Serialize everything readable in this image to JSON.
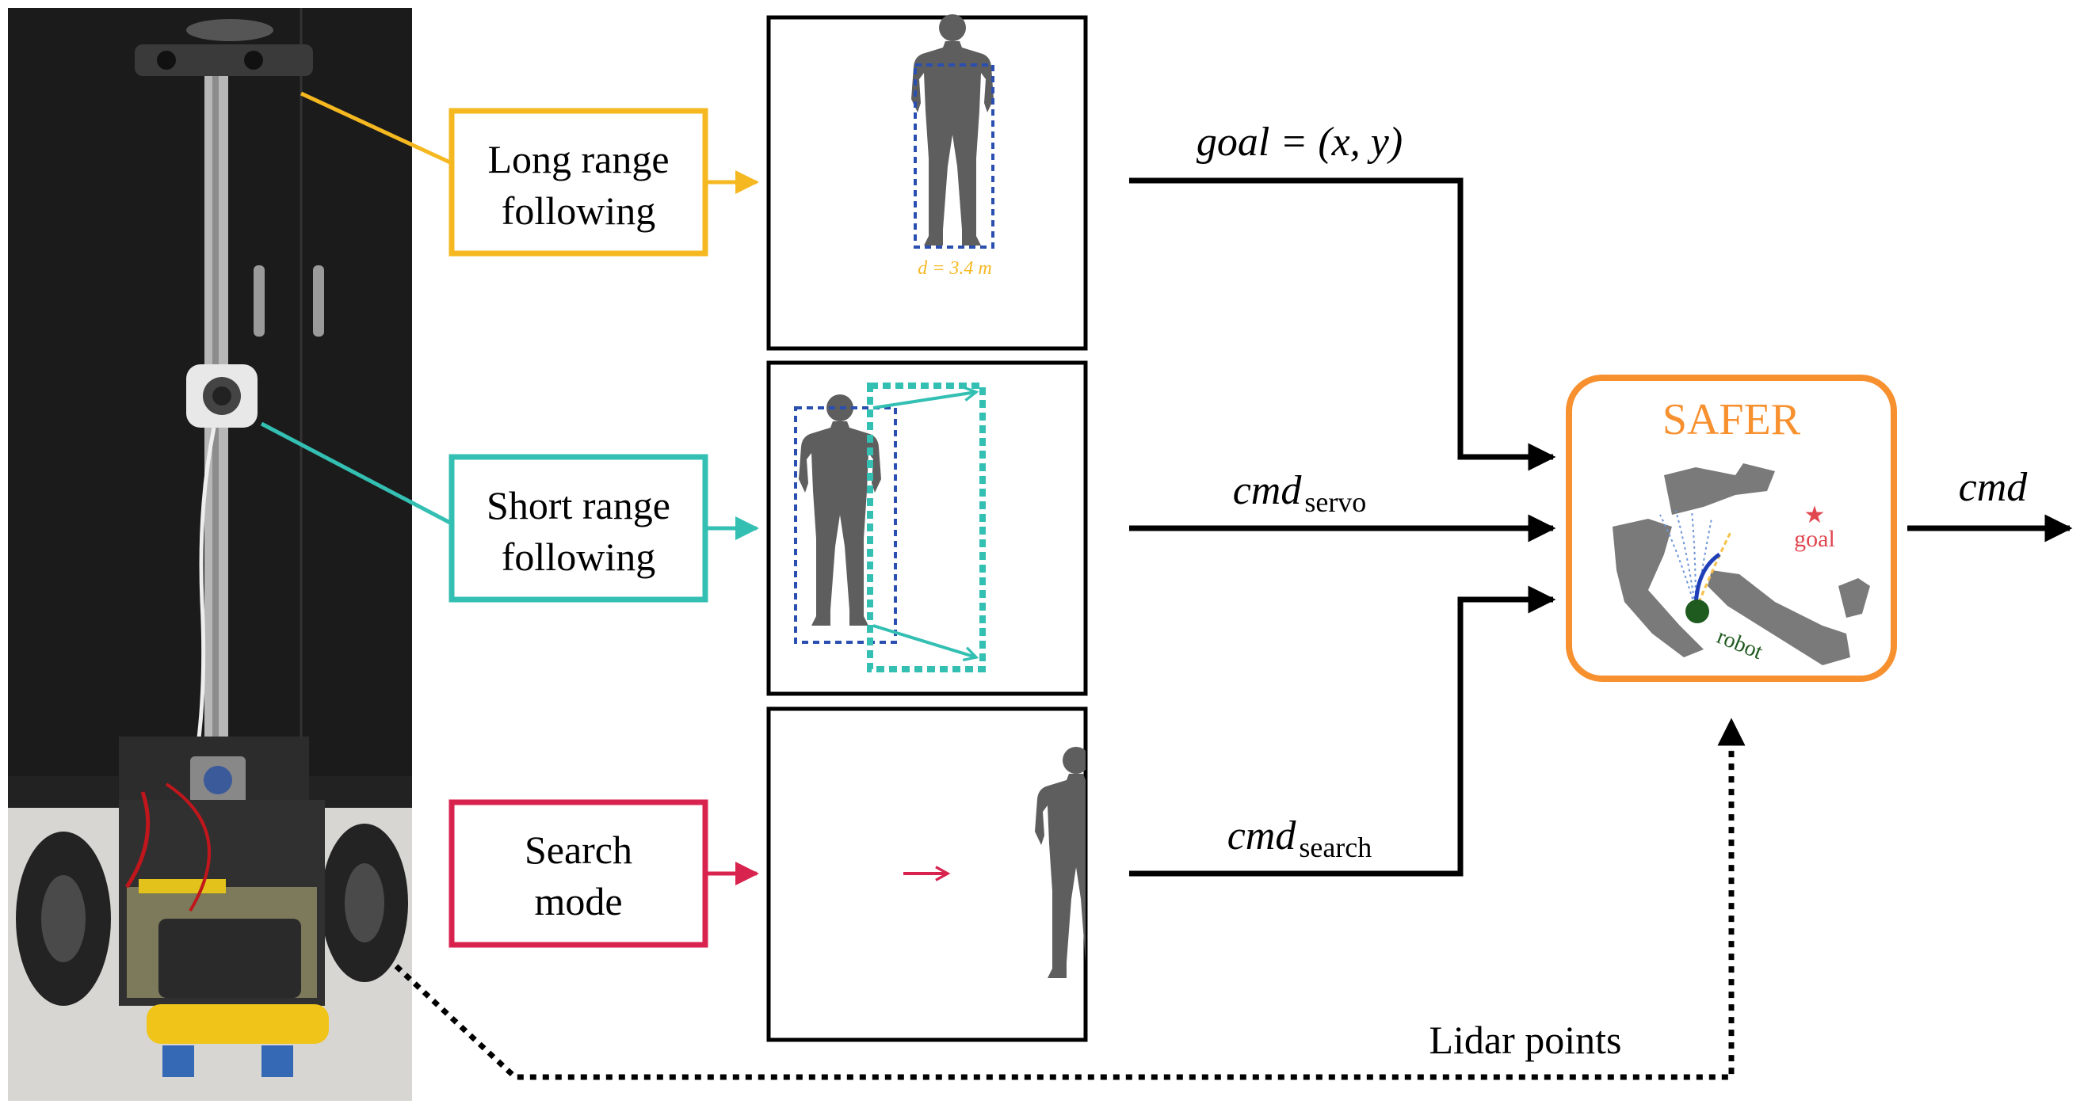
{
  "colors": {
    "long_range": "#f5b820",
    "short_range": "#34bfb3",
    "search": "#d9234f",
    "safer": "#f7902f",
    "blue_box": "#2a4fb0",
    "silhouette": "#5e5e5e",
    "map_gray": "#7a7a7a",
    "robot_green": "#1f5a1f",
    "goal_red": "#e0474f"
  },
  "modes": [
    {
      "key": "long",
      "line1": "Long range",
      "line2": "following"
    },
    {
      "key": "short",
      "line1": "Short range",
      "line2": "following"
    },
    {
      "key": "search",
      "line1": "Search",
      "line2": "mode"
    }
  ],
  "panels": {
    "long_distance_label": "d = 3.4 m"
  },
  "signals": {
    "goal": "goal = (x, y)",
    "servo_main": "cmd",
    "servo_sub": "servo",
    "search_main": "cmd",
    "search_sub": "search",
    "out": "cmd",
    "lidar": "Lidar points"
  },
  "safer": {
    "title": "SAFER",
    "goal_label": "goal",
    "robot_label": "robot"
  },
  "icons": [
    "robot-photo",
    "person-silhouette-icon",
    "goal-star-icon",
    "robot-dot-icon"
  ]
}
